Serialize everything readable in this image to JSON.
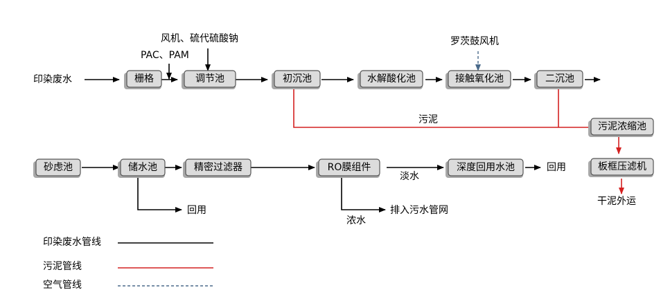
{
  "nodes": {
    "grid": "栅格",
    "equalization": "调节池",
    "primary": "初沉池",
    "hydrolysis": "水解酸化池",
    "contact_oxidation": "接触氧化池",
    "secondary": "二沉池",
    "sludge_thickener": "污泥浓缩池",
    "filter_press": "板框压滤机",
    "sand_filter": "砂虑池",
    "storage": "储水池",
    "precision_filter": "精密过滤器",
    "ro": "RO膜组件",
    "deep_reuse": "深度回用水池"
  },
  "labels": {
    "influent": "印染废水",
    "chem_top": "风机、硫代硫酸钠",
    "chem_pac": "PAC、PAM",
    "blower": "罗茨鼓风机",
    "sludge": "污泥",
    "dry_sludge": "干泥外运",
    "reuse_1": "回用",
    "reuse_2": "回用",
    "fresh_water": "淡水",
    "concentrate": "浓水",
    "discharge": "排入污水管网"
  },
  "legend": {
    "wastewater": "印染废水管线",
    "sludge": "污泥管线",
    "air": "空气管线"
  },
  "colors": {
    "wastewater_line": "#000000",
    "sludge_line": "#d42020",
    "air_line": "#4a6a8a",
    "node_fill": "#dcdcdc",
    "node_shadow": "#a8a8a8"
  }
}
